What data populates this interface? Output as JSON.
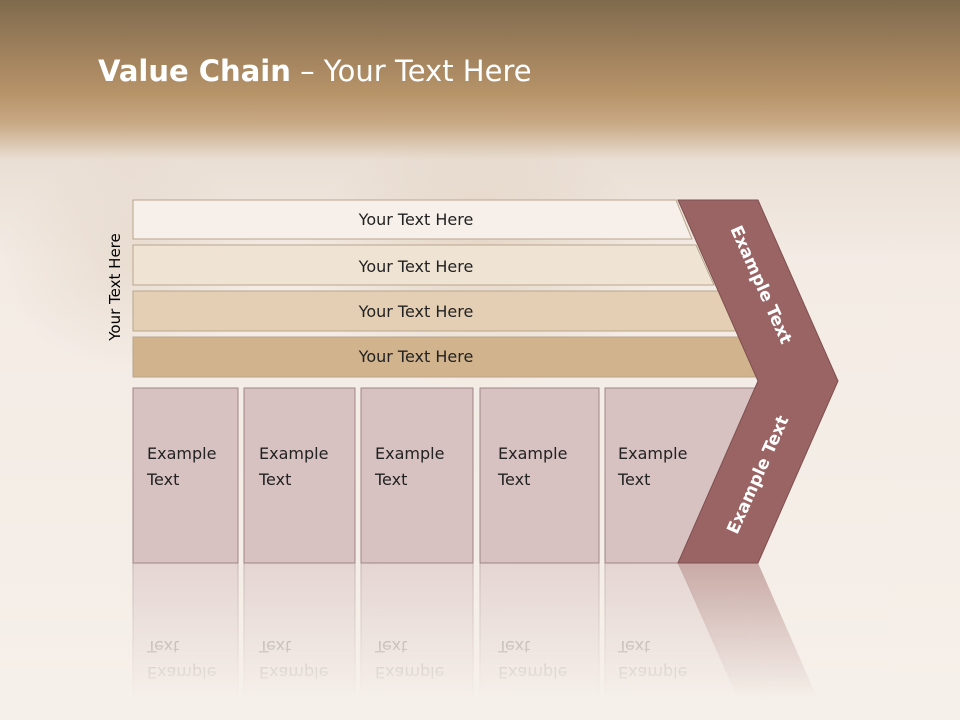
{
  "slide": {
    "title_bold": "Value Chain",
    "title_rest": " – Your Text Here",
    "side_label": "Your Text Here"
  },
  "rows": [
    {
      "label": "Your Text Here",
      "color": "#f7f0ea"
    },
    {
      "label": "Your Text Here",
      "color": "#efe3d4"
    },
    {
      "label": "Your Text Here",
      "color": "#e4cfb4"
    },
    {
      "label": "Your Text Here",
      "color": "#d1b38d"
    }
  ],
  "boxes": [
    {
      "line1": "Example",
      "line2": "Text"
    },
    {
      "line1": "Example",
      "line2": "Text"
    },
    {
      "line1": "Example",
      "line2": "Text"
    },
    {
      "line1": "Example",
      "line2": "Text"
    },
    {
      "line1": "Example",
      "line2": "Text"
    }
  ],
  "chevron": {
    "upper_text": "Example Text",
    "lower_text": "Example Text",
    "color": "#9b6464"
  },
  "colors": {
    "box_fill": "#d7c1c1",
    "box_stroke": "#a08585"
  }
}
